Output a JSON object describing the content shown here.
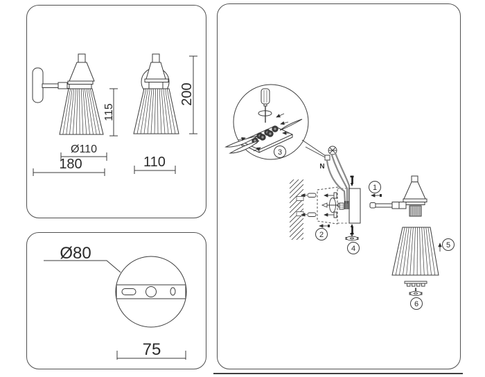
{
  "colors": {
    "line": "#3a3a3a",
    "panel_border": "#4f4f4f",
    "text": "#2b2b2b",
    "wire": "#8a8a8a"
  },
  "dimensions_panel": {
    "side_view": {
      "shade_height": "115",
      "shade_diameter": "Ø110",
      "total_width": "180"
    },
    "front_view": {
      "total_height": "200",
      "width": "110"
    }
  },
  "plate_panel": {
    "diameter": "Ø80",
    "mount_spacing": "75"
  },
  "assembly_panel": {
    "wire_label": "N",
    "steps": {
      "s1": "1",
      "s2": "2",
      "s3": "3",
      "s4": "4",
      "s5": "5",
      "s6": "6"
    }
  }
}
